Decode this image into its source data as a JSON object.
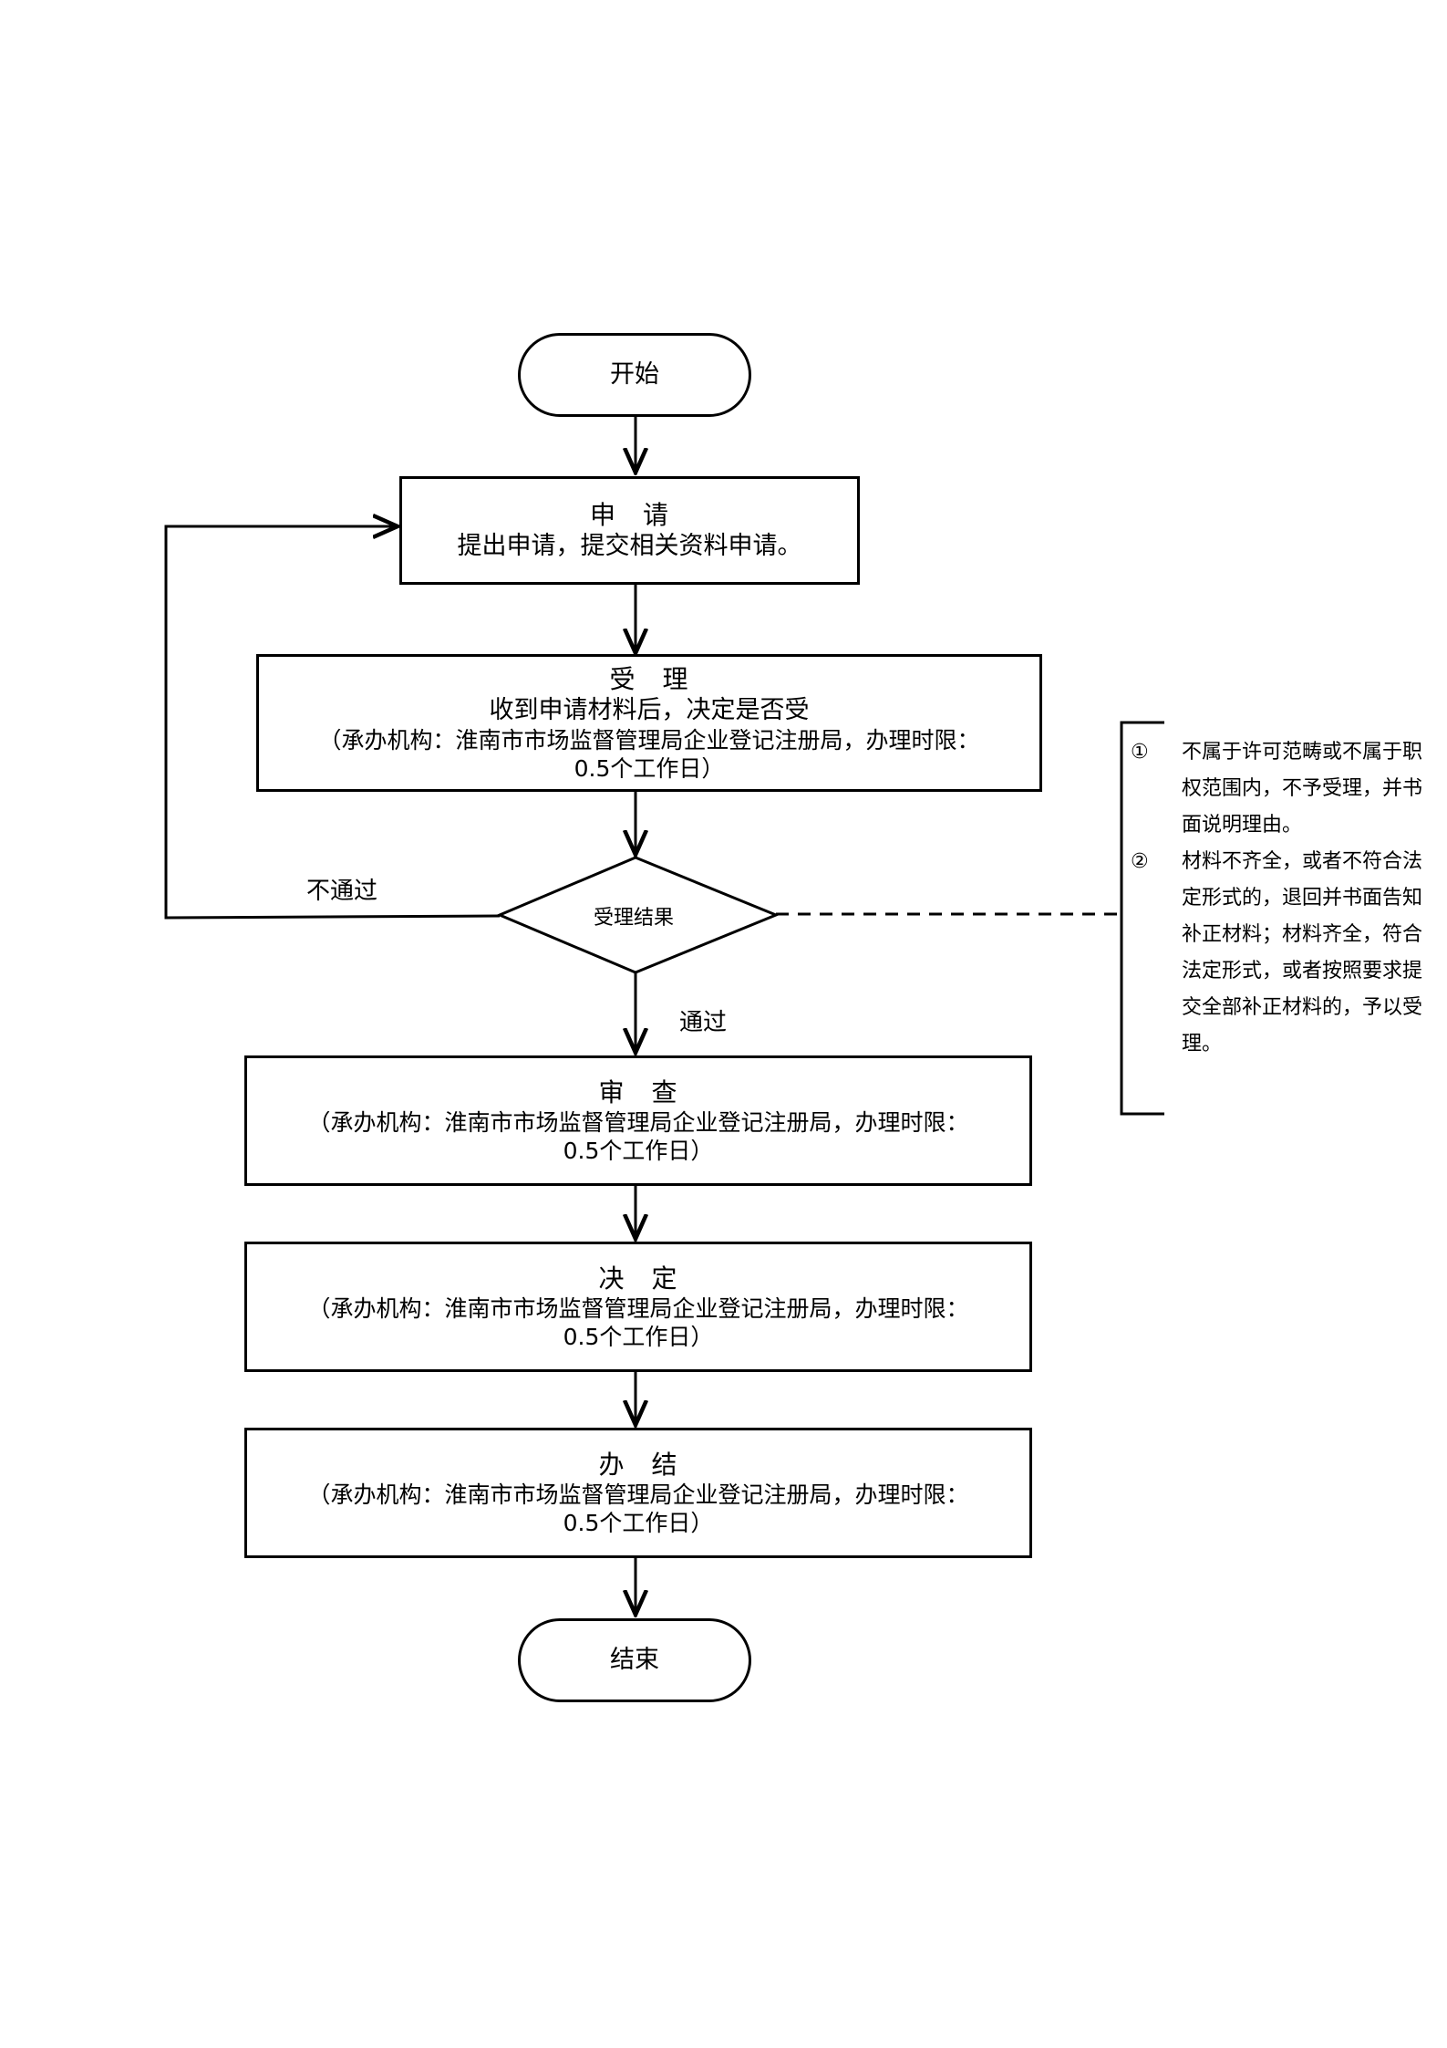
{
  "flow": {
    "start": "开始",
    "apply": {
      "title": "申　请",
      "line": "提出申请，提交相关资料申请。"
    },
    "accept": {
      "title": "受　理",
      "line": "收到申请材料后，决定是否受",
      "detail1": "（承办机构：淮南市市场监督管理局企业登记注册局，办理时限：",
      "detail2": "0.5个工作日）"
    },
    "decision": "受理结果",
    "fail_label": "不通过",
    "pass_label": "通过",
    "review": {
      "title": "审　查",
      "detail1": "（承办机构：淮南市市场监督管理局企业登记注册局，办理时限：",
      "detail2": "0.5个工作日）"
    },
    "decide": {
      "title": "决　定",
      "detail1": "（承办机构：淮南市市场监督管理局企业登记注册局，办理时限：",
      "detail2": "0.5个工作日）"
    },
    "complete": {
      "title": "办　结",
      "detail1": "（承办机构：淮南市市场监督管理局企业登记注册局，办理时限：",
      "detail2": "0.5个工作日）"
    },
    "end": "结束"
  },
  "notes": [
    {
      "marker": "①",
      "text": "不属于许可范畴或不属于职权范围内，不予受理，并书面说明理由。"
    },
    {
      "marker": "②",
      "text": "材料不齐全，或者不符合法定形式的，退回并书面告知补正材料；材料齐全，符合法定形式，或者按照要求提交全部补正材料的，予以受理。"
    }
  ]
}
